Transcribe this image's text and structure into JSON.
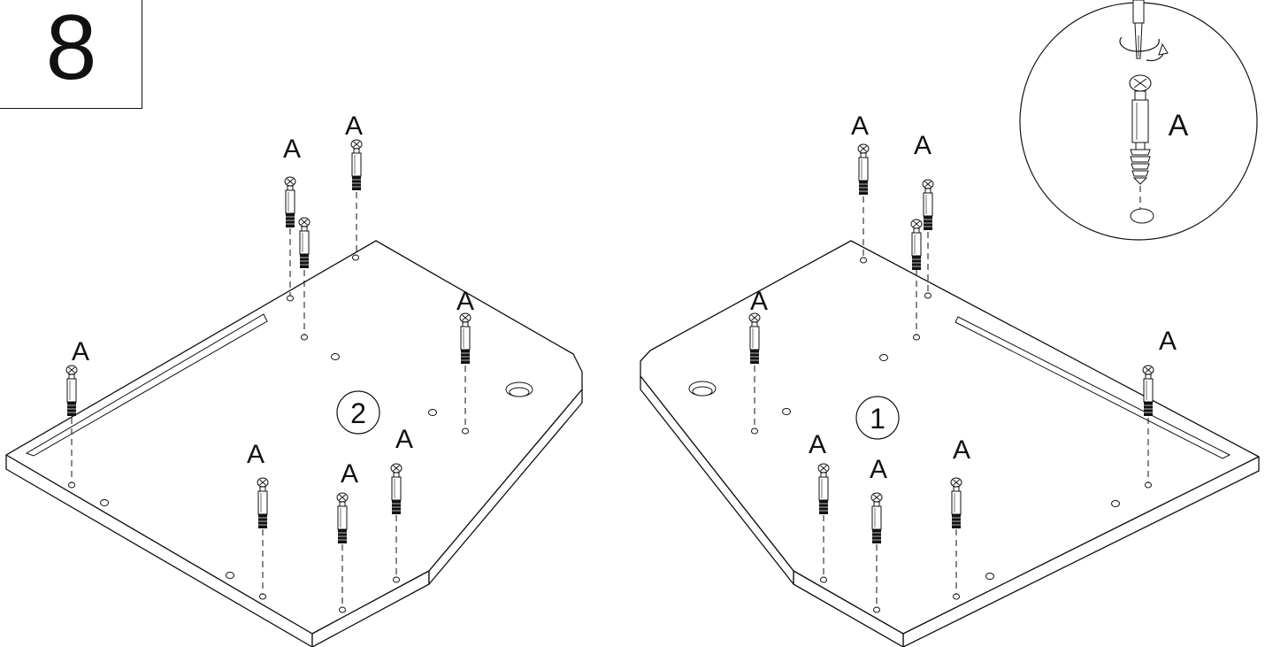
{
  "step": {
    "number": "8"
  },
  "part_label": "A",
  "panels": [
    {
      "id": "left",
      "number": "2"
    },
    {
      "id": "right",
      "number": "1"
    }
  ],
  "detail": {
    "label": "A"
  },
  "colors": {
    "line": "#111111",
    "background": "#ffffff"
  }
}
